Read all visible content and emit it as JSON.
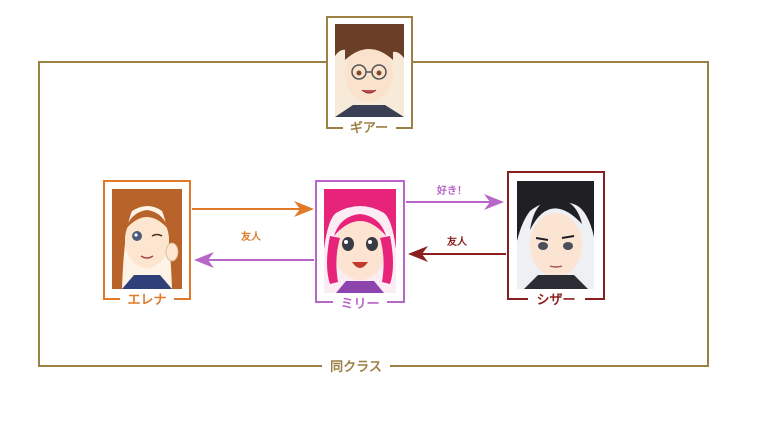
{
  "group": {
    "label": "同クラス",
    "color": "#9c7f45"
  },
  "nodes": {
    "gia": {
      "label": "ギアー",
      "color": "#9c7f45"
    },
    "elena": {
      "label": "エレナ",
      "color": "#e07a2a"
    },
    "miri": {
      "label": "ミリー",
      "color": "#b866c8"
    },
    "shiza": {
      "label": "シザー",
      "color": "#8a1f1f"
    }
  },
  "edges": {
    "elena_to_miri": {
      "color": "#e07a2a"
    },
    "miri_to_elena": {
      "label": "友人",
      "color": "#b866c8"
    },
    "miri_to_shiza": {
      "label": "好き！",
      "color": "#b866c8"
    },
    "shiza_to_miri": {
      "label": "友人",
      "color": "#8a1f1f"
    }
  },
  "icons": [
    "character-portrait-icon"
  ]
}
